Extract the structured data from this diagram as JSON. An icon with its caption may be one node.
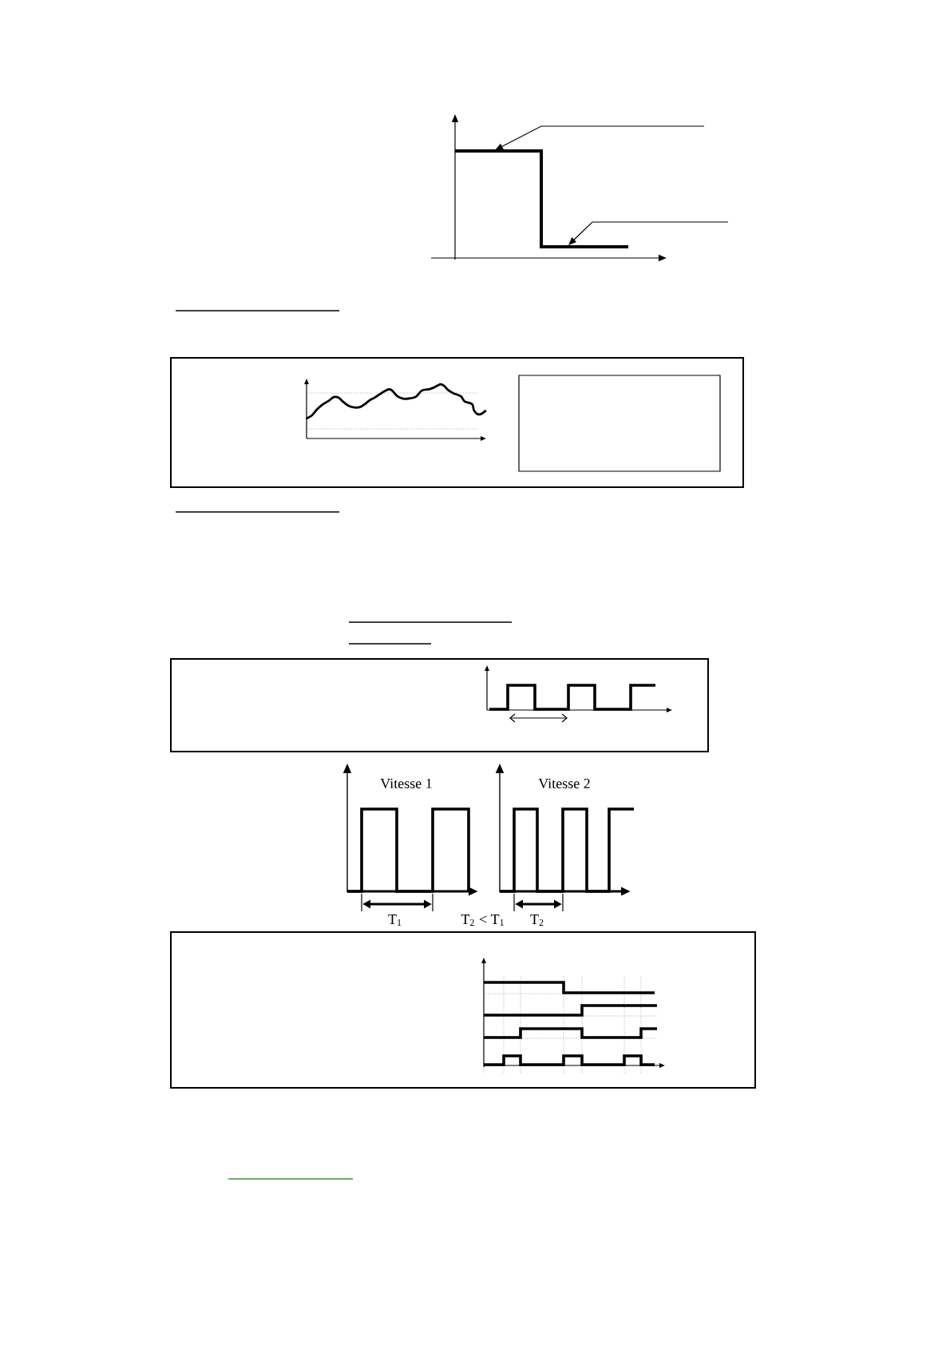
{
  "diagram": {
    "nodes": [
      {
        "text": [],
        "shape": "box"
      }
    ],
    "labels": [
      "Vitesse 1",
      "Vitesse 2",
      "T$_{1}$",
      "T$_{2}$ < T$_{1}$",
      "T$_{2}$"
    ]
  }
}
